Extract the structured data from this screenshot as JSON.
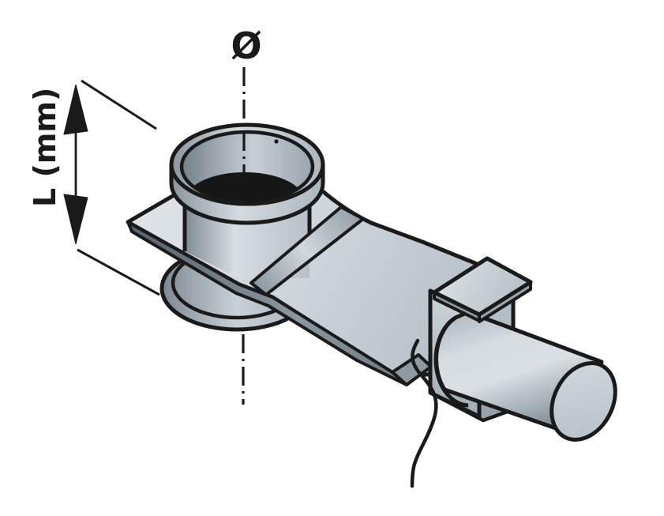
{
  "diagram": {
    "type": "isometric-technical-illustration",
    "subject": "drain fitting with inlet collar, mounting plate, outlet bracket, pipe and sensor wire",
    "labels": {
      "diameter_symbol": "Ø",
      "length_dimension": "L (mm)"
    },
    "annotations": {
      "centerline_style": "dash-dot vertical centerline through collar axis",
      "dimension_arrow": "double-headed vertical arrow between diagonal extension lines"
    },
    "colors": {
      "background": "#ffffff",
      "line": "#1a1a1a",
      "body_light": "#dde2e6",
      "body_base": "#c6cfd5",
      "body_mid": "#a9b4bc",
      "body_dark": "#6f7c85",
      "hole": "#161616"
    }
  }
}
